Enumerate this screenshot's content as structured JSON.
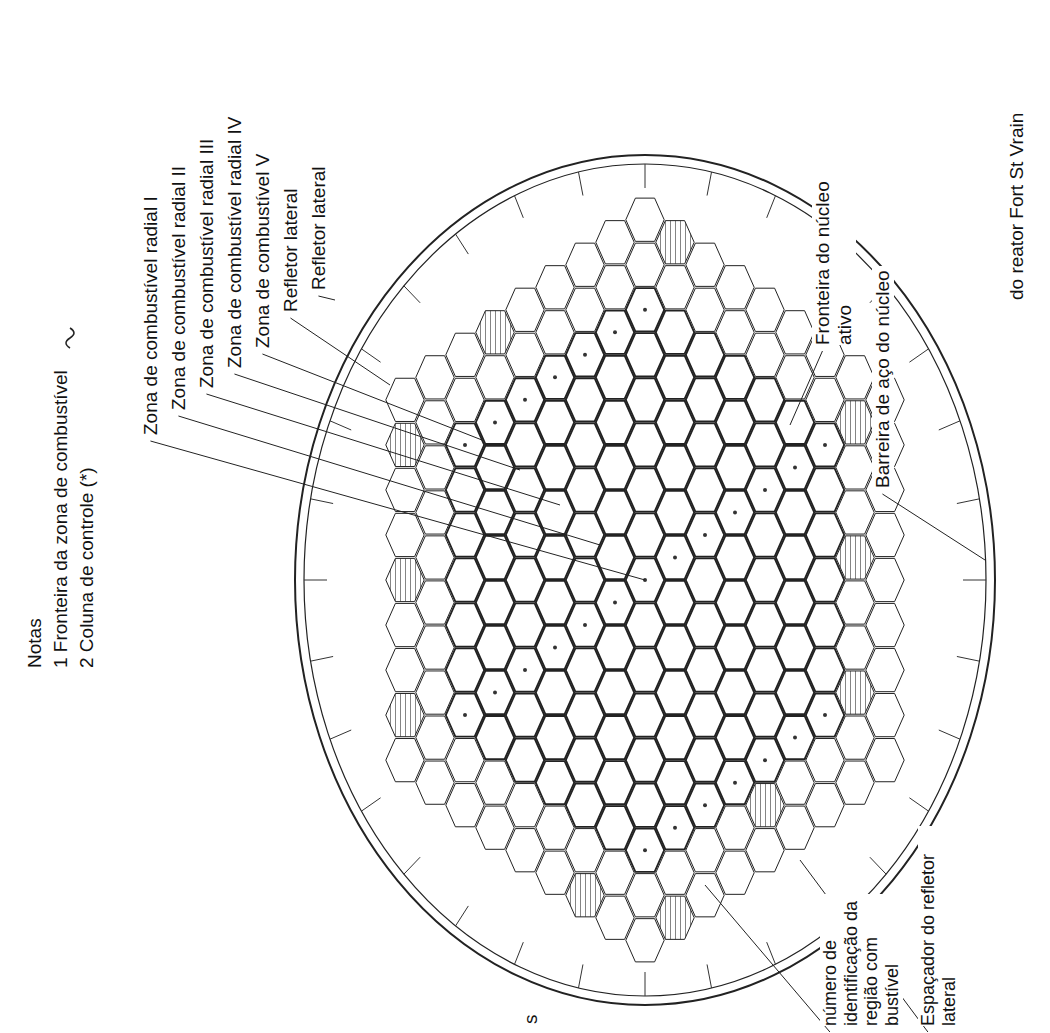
{
  "diagram": {
    "labels": [
      "Notas",
      "1 Fronteira da zona de combustível",
      "2 Coluna de controle (*)",
      "Zona de combustível radial I",
      "Zona de combustível radial II",
      "Zona de combustível radial III",
      "Zona de combustível radial IV",
      "Zona de combustível V",
      "Refletor lateral",
      "Refletor lateral",
      "Fronteira do núcleo ativo",
      "Barreira de aço do núcleo",
      "do reator Fort St Vrain",
      "número de identificação da região com bustível",
      "Espaçador do refletor lateral",
      "s"
    ]
  }
}
